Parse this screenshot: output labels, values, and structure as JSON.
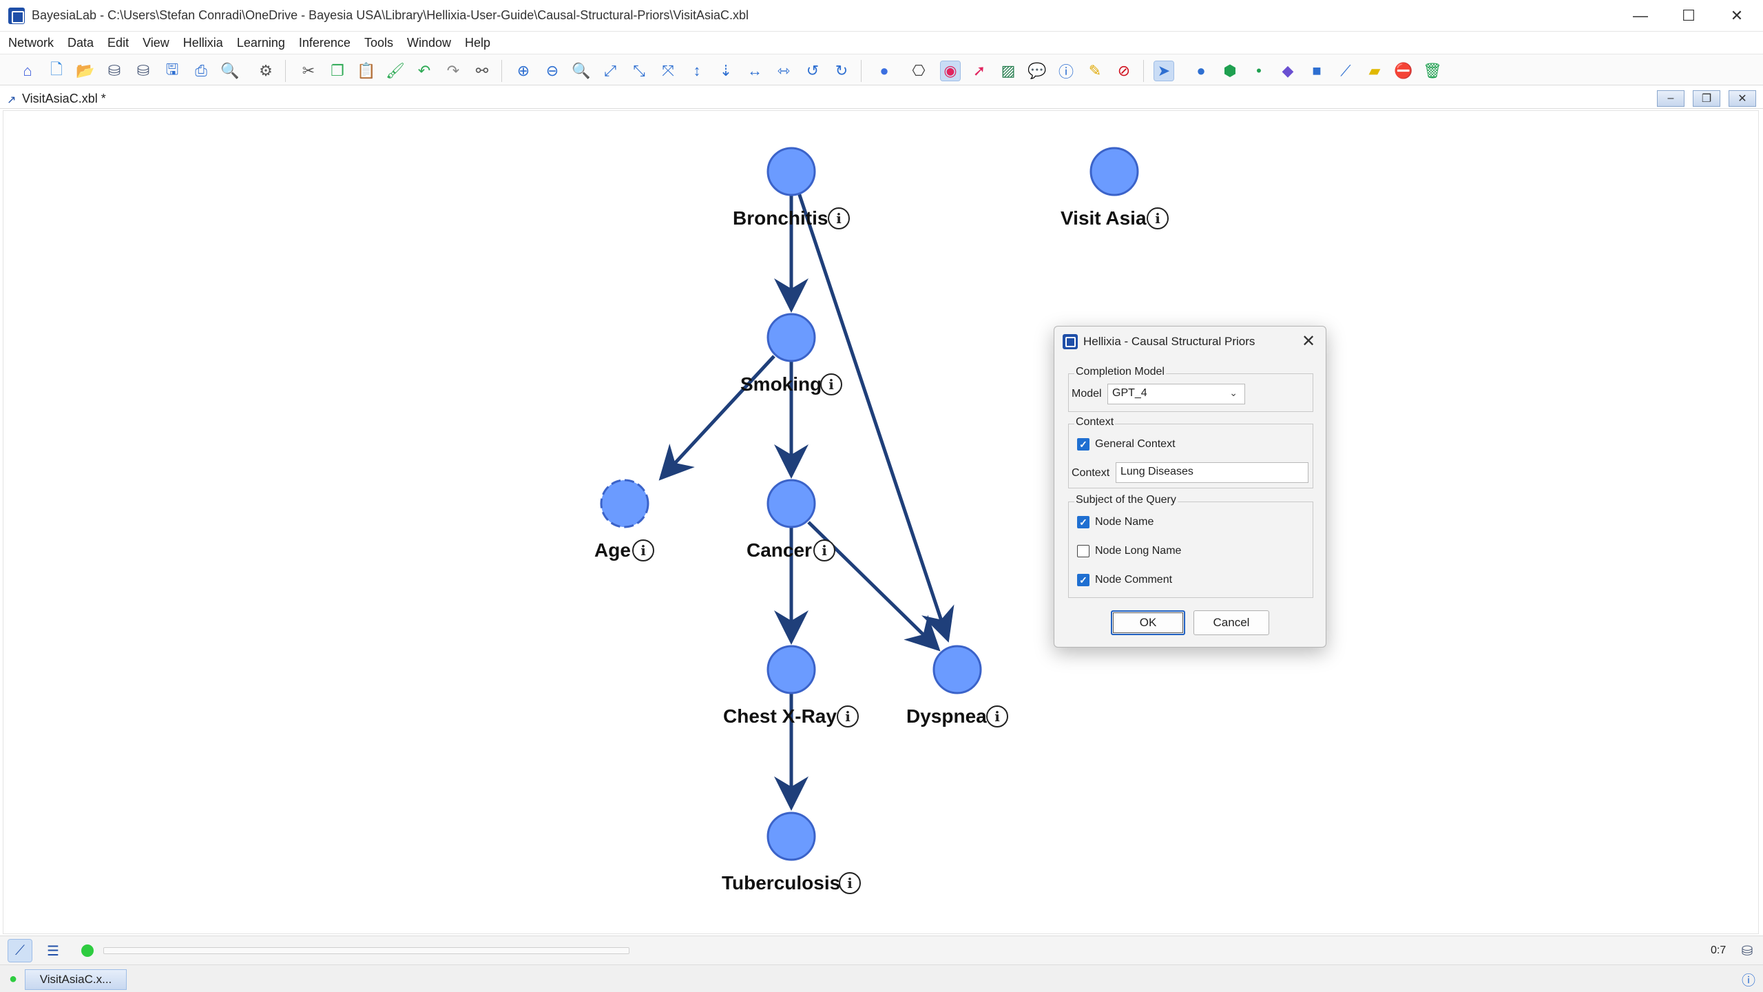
{
  "window": {
    "title": "BayesiaLab - C:\\Users\\Stefan Conradi\\OneDrive - Bayesia USA\\Library\\Hellixia-User-Guide\\Causal-Structural-Priors\\VisitAsiaC.xbl"
  },
  "menu": [
    "Network",
    "Data",
    "Edit",
    "View",
    "Hellixia",
    "Learning",
    "Inference",
    "Tools",
    "Window",
    "Help"
  ],
  "document": {
    "tab_title": "VisitAsiaC.xbl *"
  },
  "graph": {
    "node_color": "#6b9bff",
    "node_border": "#3b63c9",
    "arc_color": "#1f3f7a",
    "nodes": {
      "bronchitis": "Bronchitis",
      "visit_asia": "Visit Asia",
      "smoking": "Smoking",
      "age": "Age",
      "cancer": "Cancer",
      "chest_xray": "Chest X-Ray",
      "dyspnea": "Dyspnea",
      "tuberculosis": "Tuberculosis"
    },
    "info_glyph": "i"
  },
  "dialog": {
    "title": "Hellixia - Causal Structural Priors",
    "completion_model": {
      "group_title": "Completion Model",
      "model_label": "Model",
      "model_value": "GPT_4"
    },
    "context": {
      "group_title": "Context",
      "general_context_label": "General Context",
      "general_context_checked": true,
      "context_label": "Context",
      "context_value": "Lung Diseases"
    },
    "subject": {
      "group_title": "Subject of the Query",
      "node_name_label": "Node Name",
      "node_name_checked": true,
      "node_long_name_label": "Node Long Name",
      "node_long_name_checked": false,
      "node_comment_label": "Node Comment",
      "node_comment_checked": true
    },
    "ok_label": "OK",
    "cancel_label": "Cancel"
  },
  "statusbar": {
    "zoom_text": "0:7",
    "status_color": "#2ecc40"
  },
  "taskbar": {
    "item_label": "VisitAsiaC.x..."
  }
}
